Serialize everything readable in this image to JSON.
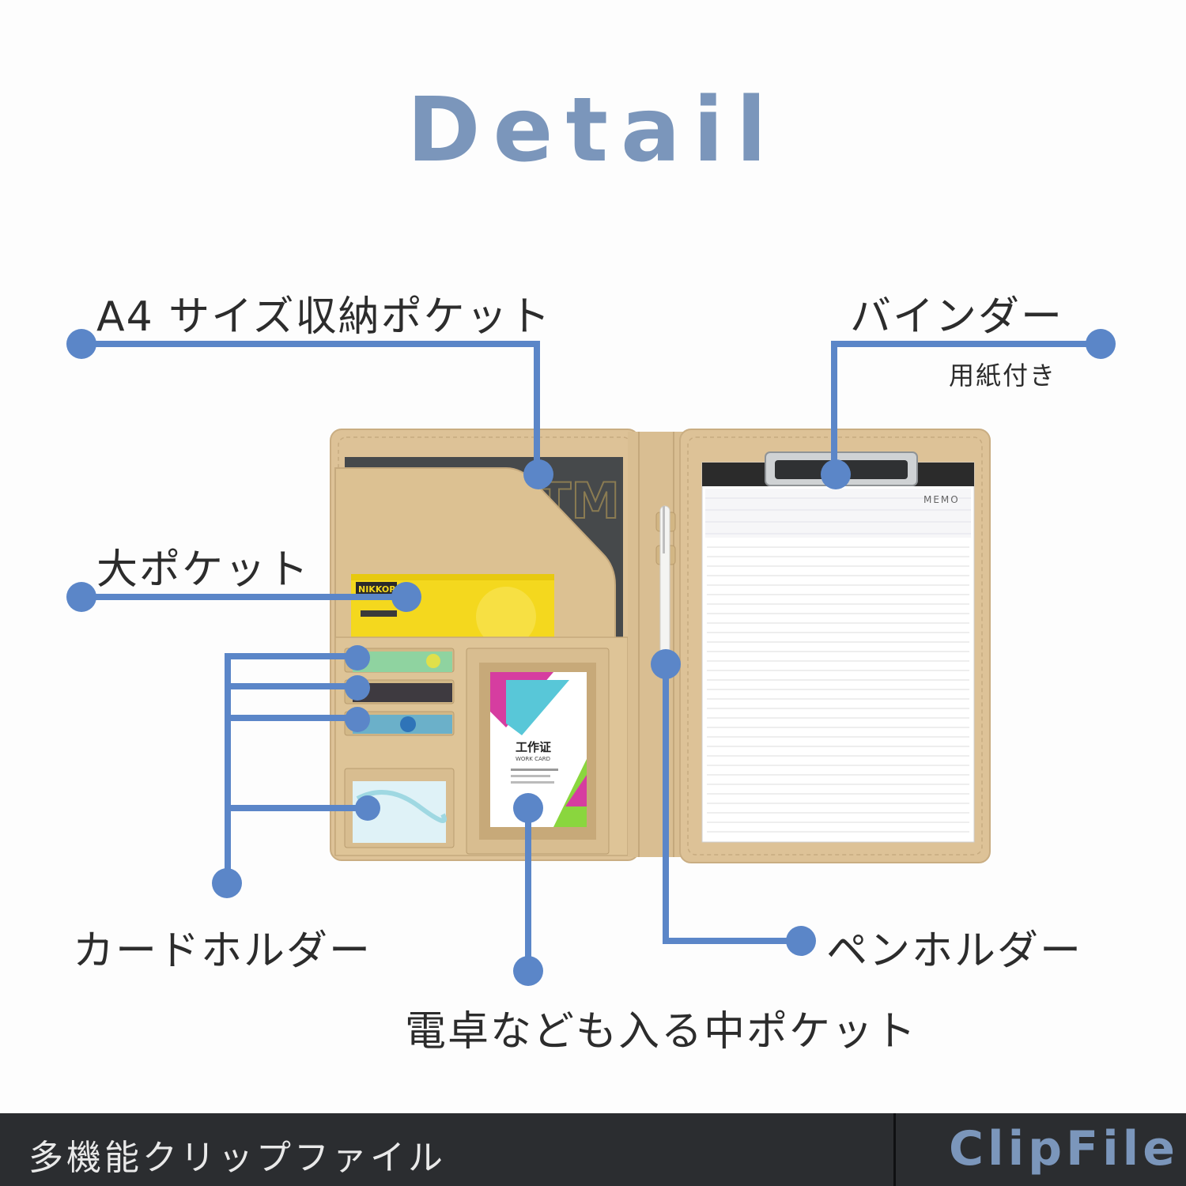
{
  "title": "Detail",
  "accent_color": "#5b86c8",
  "title_color": "#7b96bb",
  "labels": {
    "a4_pocket": "A4 サイズ収納ポケット",
    "binder": "バインダー",
    "binder_sub": "用紙付き",
    "large_pocket": "大ポケット",
    "card_holder": "カードホルダー",
    "pen_holder": "ペンホルダー",
    "middle_pocket": "電卓なども入る中ポケット"
  },
  "product": {
    "memo_label": "MEMO",
    "work_card_title": "工作证",
    "work_card_sub": "WORK CARD",
    "notebook_brand": "NIKKOR"
  },
  "footer": {
    "left_text": "多機能クリップファイル",
    "right_text": "ClipFile"
  }
}
